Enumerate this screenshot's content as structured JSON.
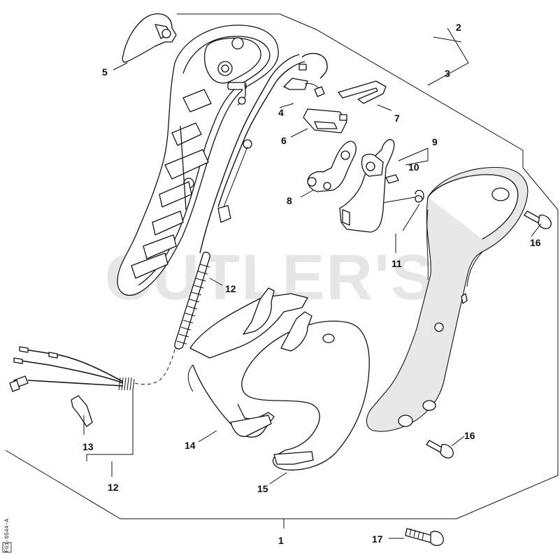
{
  "watermark": "CUTLER'S",
  "figure_code": "FG1-0544-A",
  "callouts": {
    "p1": "1",
    "p2": "2",
    "p3": "3",
    "p4": "4",
    "p5": "5",
    "p6": "6",
    "p7": "7",
    "p8": "8",
    "p9": "9",
    "p10": "10",
    "p11": "11",
    "p12a": "12",
    "p12b": "12",
    "p13": "13",
    "p14": "14",
    "p15": "15",
    "p16a": "16",
    "p16b": "16",
    "p17": "17"
  }
}
